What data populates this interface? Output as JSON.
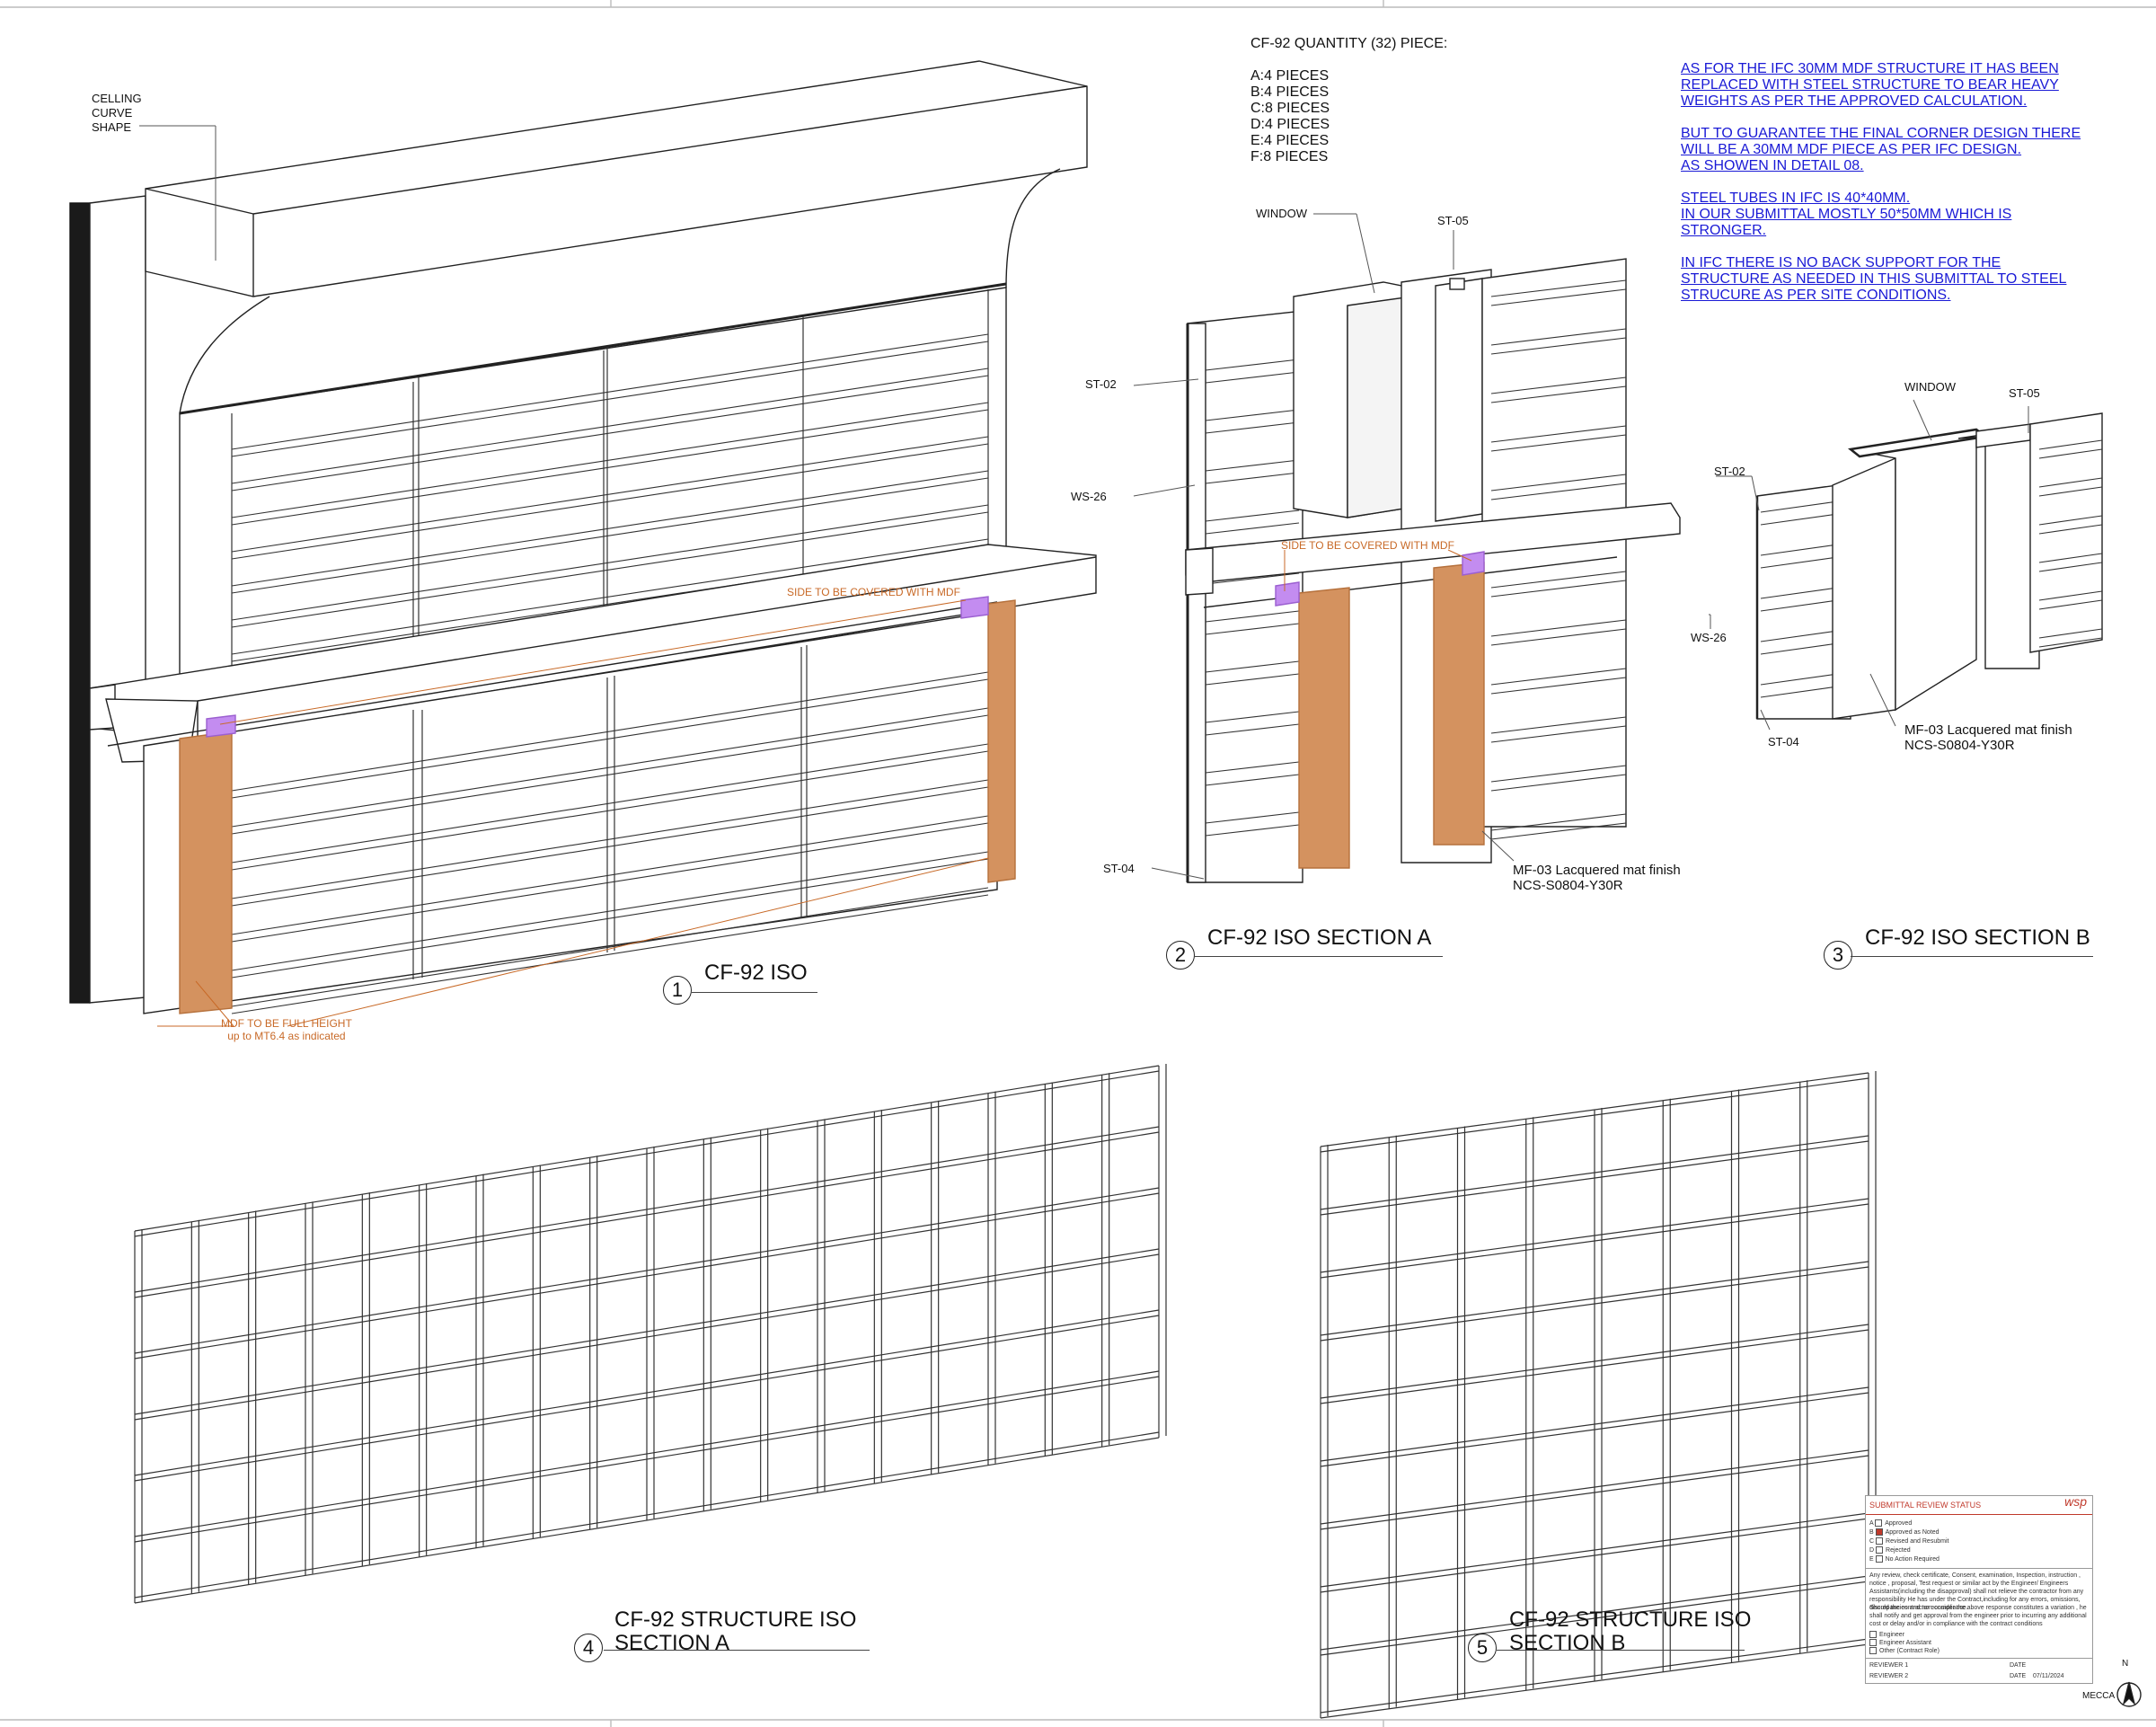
{
  "notes": {
    "ceiling": [
      "CELLING",
      "CURVE",
      "SHAPE"
    ],
    "quantity_title": "CF-92 QUANTITY (32) PIECE:",
    "quantity_items": [
      "A:4 PIECES",
      "B:4 PIECES",
      "C:8 PIECES",
      "D:4 PIECES",
      "E:4 PIECES",
      "F:8 PIECES"
    ],
    "blue_notes": [
      [
        "AS FOR THE IFC 30MM MDF STRUCTURE IT HAS BEEN",
        "REPLACED WITH STEEL STRUCTURE TO BEAR HEAVY",
        "WEIGHTS AS PER THE APPROVED CALCULATION."
      ],
      [
        "BUT TO GUARANTEE THE FINAL CORNER DESIGN THERE",
        "WILL BE A 30MM MDF PIECE AS PER IFC DESIGN.",
        "AS SHOWEN IN DETAIL 08."
      ],
      [
        "STEEL TUBES IN IFC IS 40*40MM.",
        "IN OUR SUBMITTAL MOSTLY 50*50MM WHICH IS",
        "STRONGER."
      ],
      [
        "IN IFC THERE IS NO BACK SUPPORT FOR THE",
        "STRUCTURE AS NEEDED IN THIS SUBMITTAL TO STEEL",
        "STRUCURE AS PER SITE CONDITIONS."
      ]
    ]
  },
  "view1": {
    "number": "1",
    "title": "CF-92 ISO",
    "side_note": "SIDE TO BE COVERED WITH MDF",
    "mdf_note": [
      "MDF TO BE FULL HEIGHT",
      "up to MT6.4 as indicated"
    ]
  },
  "view2": {
    "number": "2",
    "title": "CF-92 ISO SECTION A",
    "window": "WINDOW",
    "st05": "ST-05",
    "st02": "ST-02",
    "ws26": "WS-26",
    "st04": "ST-04",
    "side_note": "SIDE TO BE COVERED WITH MDF",
    "finish": [
      "MF-03 Lacquered mat finish",
      "NCS-S0804-Y30R"
    ]
  },
  "view3": {
    "number": "3",
    "title": "CF-92 ISO SECTION B",
    "window": "WINDOW",
    "st05": "ST-05",
    "st02": "ST-02",
    "ws26": "WS-26",
    "st04": "ST-04",
    "finish": [
      "MF-03 Lacquered mat finish",
      "NCS-S0804-Y30R"
    ]
  },
  "view4": {
    "number": "4",
    "title": [
      "CF-92 STRUCTURE ISO",
      "SECTION A"
    ]
  },
  "view5": {
    "number": "5",
    "title": [
      "CF-92 STRUCTURE ISO",
      "SECTION B"
    ]
  },
  "review": {
    "title": "SUBMITTAL REVIEW STATUS",
    "logo": "wsp",
    "options": [
      {
        "code": "A",
        "label": "Approved",
        "checked": false
      },
      {
        "code": "B",
        "label": "Approved as Noted",
        "checked": true
      },
      {
        "code": "C",
        "label": "Revised and Resubmit",
        "checked": false
      },
      {
        "code": "D",
        "label": "Rejected",
        "checked": false
      },
      {
        "code": "E",
        "label": "No Action Required",
        "checked": false
      }
    ],
    "disclaimer": "Any review, check certificate, Consent, examination, Inspection, instruction , notice , proposal, Test request or similar act by the Engineer/ Engineers Assistants(including the disapproval) shall not relieve the contractor from any responsibility He has under the Contract,including for any errors, omissions, discrepancies and non-compliance.",
    "disclaimer2": "Should the contractor consider the above response constitutes a variation , he shall notify and get approval from the engineer prior to incurring any additional cost or delay and/or in compliance with the contract conditions",
    "roles": [
      "Engineer",
      "Engineer Assistant",
      "Other (Contract Role)"
    ],
    "reviewer1": "REVIEWER 1",
    "reviewer2": "REVIEWER 2",
    "date_label": "DATE",
    "date_value": "07/11/2024"
  },
  "north": {
    "label": "N",
    "project": "MECCA"
  },
  "colors": {
    "mdf": "#d4925f",
    "mdf_stroke": "#b5703b",
    "annot": "#c86a28",
    "blue": "#1a1ad6",
    "purple": "#c38cf0"
  }
}
